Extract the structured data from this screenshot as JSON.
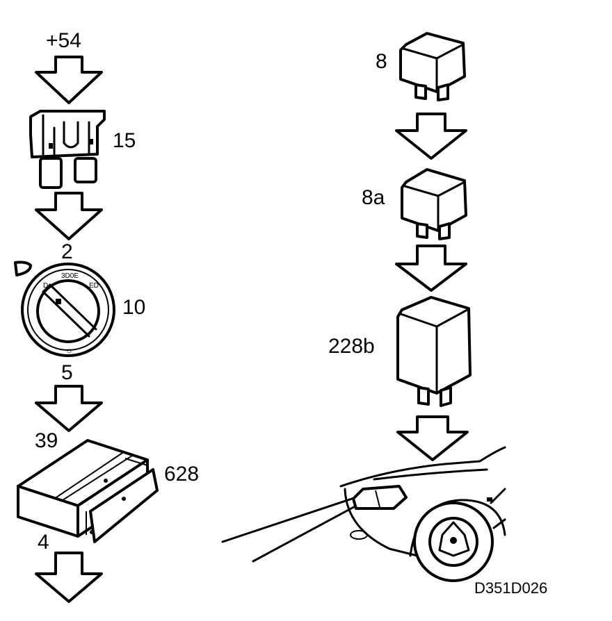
{
  "labels": {
    "supply": "+54",
    "fuse": "15",
    "switch_in": "2",
    "switch": "10",
    "switch_out": "5",
    "module_in": "39",
    "module": "628",
    "module_out": "4",
    "relay_1": "8",
    "relay_2": "8a",
    "relay_3": "228b",
    "figure_code": "D351D026"
  }
}
